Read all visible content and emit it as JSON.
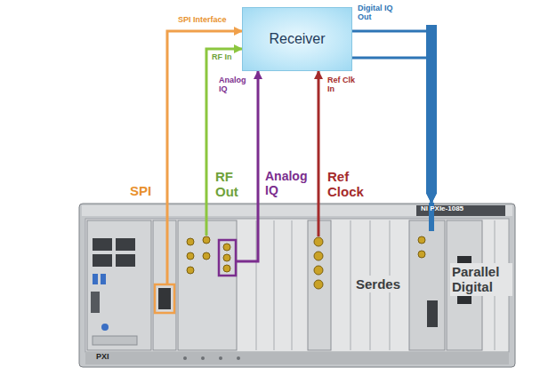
{
  "diagram": {
    "nodes": [
      {
        "text": [
          "Receiver"
        ]
      },
      {
        "text": [
          "NI PXIe-1085",
          "PXI"
        ]
      }
    ],
    "edges": [
      {
        "from": 1,
        "to": 0,
        "arrow": "to"
      },
      {
        "from": 1,
        "to": 0,
        "arrow": "to"
      },
      {
        "from": 1,
        "to": 0,
        "arrow": "to"
      },
      {
        "from": 1,
        "to": 0,
        "arrow": "to"
      },
      {
        "from": 0,
        "to": 1,
        "arrow": "to"
      },
      {
        "from": 0,
        "to": 1,
        "arrow": "to"
      }
    ],
    "labels": [
      "SPI Interface",
      "Digital IQ Out",
      "RF In",
      "Analog IQ",
      "Ref Clk In",
      "SPI",
      "RF Out",
      "Analog IQ",
      "Ref Clock",
      "Serdes",
      "Parallel Digital"
    ]
  }
}
